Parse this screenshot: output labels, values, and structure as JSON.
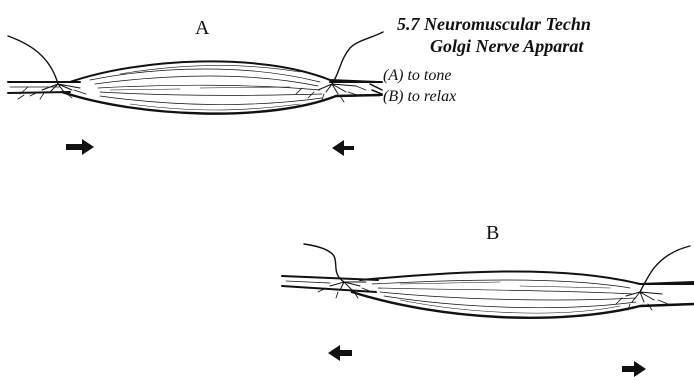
{
  "caption": {
    "number": "5.7",
    "title_line1": "Neuromuscular Techn",
    "title_line2": "Golgi Nerve Apparat"
  },
  "legend": {
    "items": [
      {
        "key": "(A)",
        "text": "to tone"
      },
      {
        "key": "(B)",
        "text": "to relax"
      }
    ]
  },
  "panels": [
    {
      "label": "A",
      "arrows": [
        "right",
        "left"
      ]
    },
    {
      "label": "B",
      "arrows": [
        "left",
        "right"
      ]
    }
  ],
  "colors": {
    "ink": "#111111",
    "paper": "#ffffff"
  }
}
